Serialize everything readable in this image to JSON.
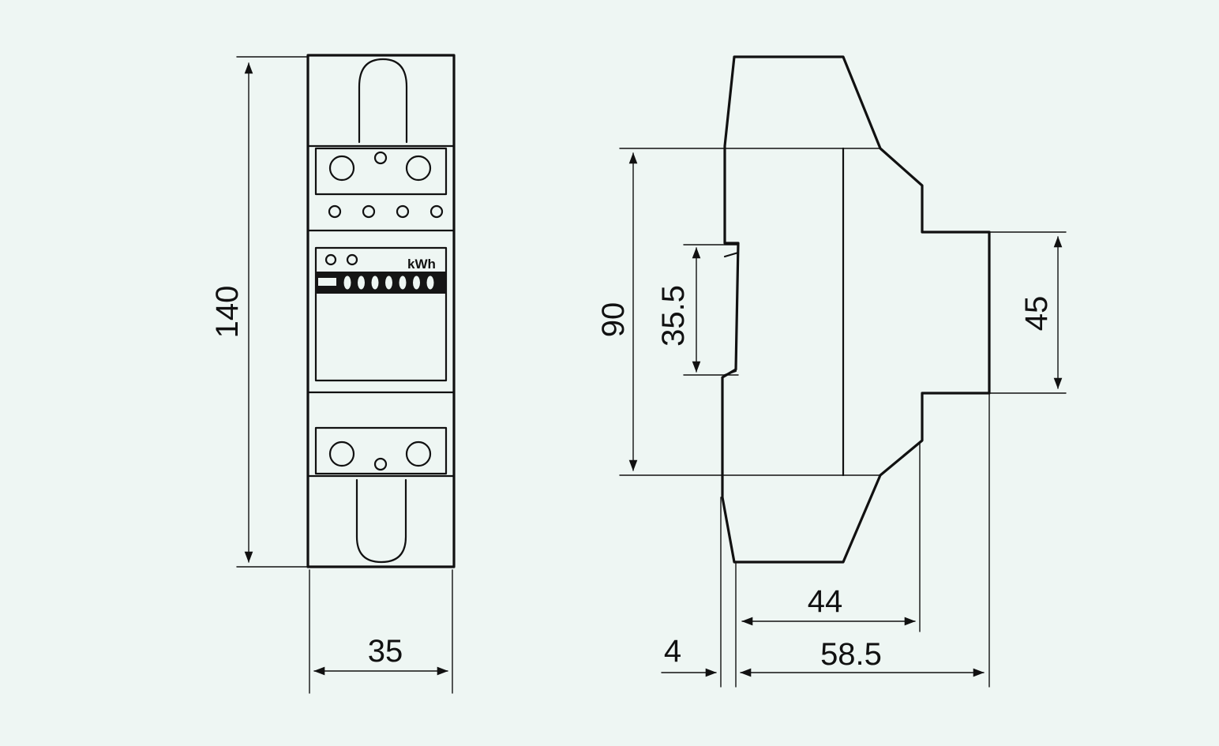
{
  "colors": {
    "background": "#eef6f3",
    "ink": "#111111",
    "counter_band": "#151515"
  },
  "front_view": {
    "dimension_labels": {
      "height": "140",
      "width": "35"
    },
    "display": {
      "unit_label": "kWh",
      "counter_digits": 7
    }
  },
  "side_view": {
    "dimension_labels": {
      "mount_height": "90",
      "rail_height": "35.5",
      "front_height": "45",
      "depth_rail": "44",
      "depth_total": "58.5",
      "rail_offset": "4"
    }
  }
}
